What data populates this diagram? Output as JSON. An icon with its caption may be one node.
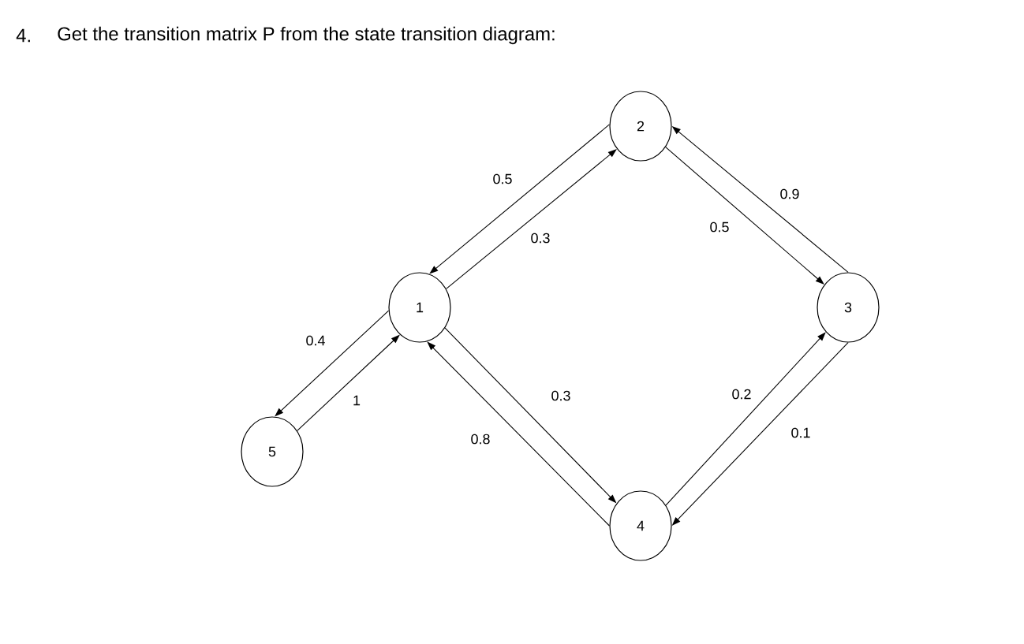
{
  "diagram": {
    "title": "Get the transition matrix P from the state transition diagram:",
    "nodes": [
      {
        "text": [
          "1"
        ]
      },
      {
        "text": [
          "2"
        ]
      },
      {
        "text": [
          "3"
        ]
      },
      {
        "text": [
          "4"
        ]
      },
      {
        "text": [
          "5"
        ]
      }
    ],
    "edges": [
      {
        "from": 1,
        "to": 0,
        "arrow": "to",
        "label": "0.5"
      },
      {
        "from": 0,
        "to": 1,
        "arrow": "to",
        "label": "0.3"
      },
      {
        "from": 1,
        "to": 2,
        "arrow": "to",
        "label": "0.5"
      },
      {
        "from": 2,
        "to": 1,
        "arrow": "to",
        "label": "0.9"
      },
      {
        "from": 0,
        "to": 4,
        "arrow": "to",
        "label": "0.4"
      },
      {
        "from": 4,
        "to": 0,
        "arrow": "to",
        "label": "1"
      },
      {
        "from": 0,
        "to": 3,
        "arrow": "to",
        "label": "0.3"
      },
      {
        "from": 3,
        "to": 0,
        "arrow": "to",
        "label": "0.8"
      },
      {
        "from": 3,
        "to": 2,
        "arrow": "to",
        "label": "0.2"
      },
      {
        "from": 2,
        "to": 3,
        "arrow": "to",
        "label": "0.1"
      }
    ],
    "labels": [
      "4."
    ]
  }
}
